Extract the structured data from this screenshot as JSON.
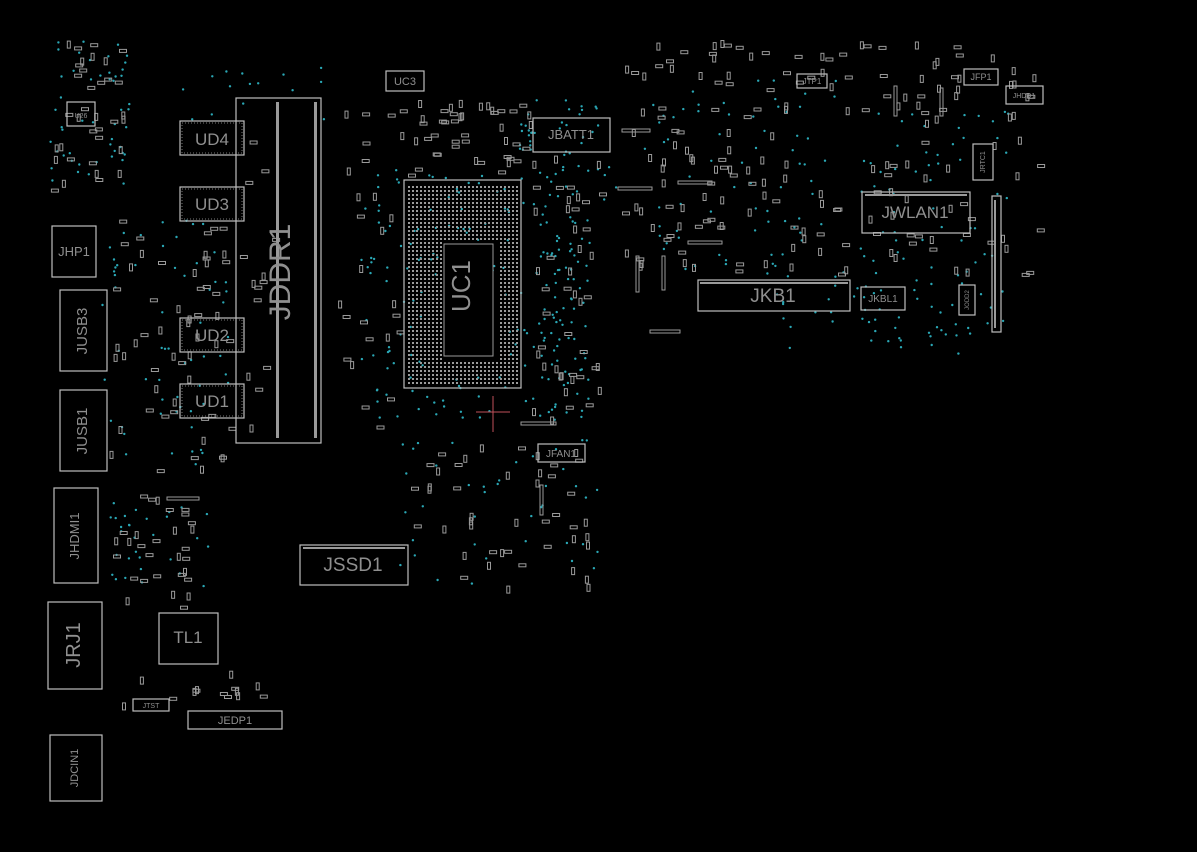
{
  "board": {
    "background": "#000000",
    "outline_color": "#bdbdbd",
    "label_color": "#8f8f8f",
    "via_color": "#2aa7b5",
    "cursor_color": "#c0505a"
  },
  "components": {
    "uc1": "UC1",
    "jddr1": "JDDR1",
    "ud4": "UD4",
    "ud3": "UD3",
    "ud2": "UD2",
    "ud1": "UD1",
    "uc3": "UC3",
    "jbatt1": "JBATT1",
    "jwlan1": "JWLAN1",
    "jkb1": "JKB1",
    "jkbl1": "JKBL1",
    "jtp1": "JTP1",
    "jfp1": "JFP1",
    "jhdd1": "JHDD1",
    "jrtc1": "JRTC1",
    "jodd2": "JODD2",
    "jssd1": "JSSD1",
    "jfan1": "JFAN1",
    "jhp1": "JHP1",
    "jusb3": "JUSB3",
    "jusb1": "JUSB1",
    "jhdmi1": "JHDMI1",
    "jrj1": "JRJ1",
    "tl1": "TL1",
    "jedp1": "JEDP1",
    "jdcin1": "JDCIN1",
    "u26": "U26",
    "jtst": "JTST"
  }
}
